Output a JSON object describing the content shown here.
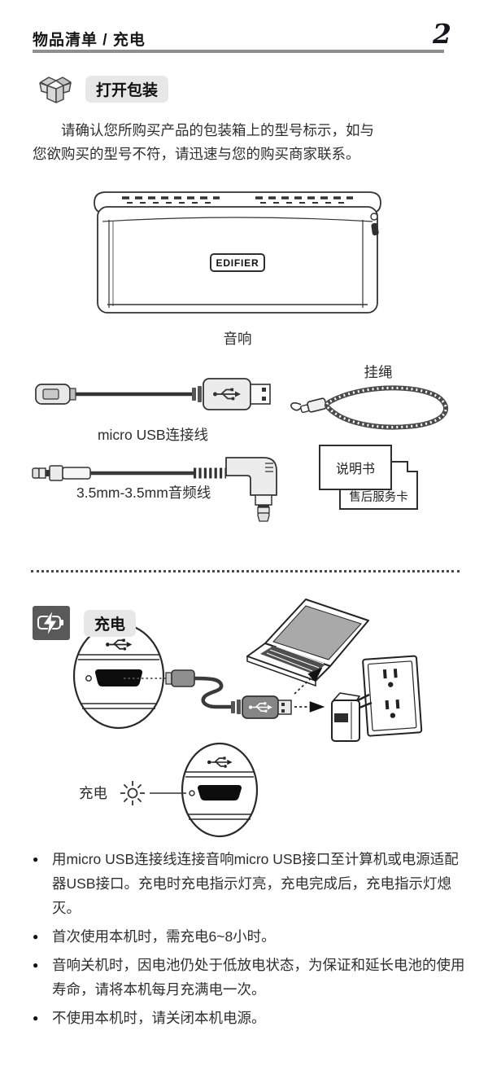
{
  "header": {
    "title": "物品清单 / 充电",
    "page_number": "2"
  },
  "unpack": {
    "label": "打开包装",
    "intro_lines": [
      "请确认您所购买产品的包装箱上的型号标示，如与",
      "您欲购买的型号不符，请迅速与您的购买商家联系。"
    ],
    "speaker": {
      "caption": "音响",
      "logo": "EDIFIER"
    },
    "usb_cable": {
      "caption": "micro USB连接线"
    },
    "strap": {
      "caption": "挂绳"
    },
    "audio_cable": {
      "caption": "3.5mm-3.5mm音频线"
    },
    "manual": {
      "caption": "说明书"
    },
    "service_card": {
      "caption": "售后服务卡"
    }
  },
  "charge": {
    "label": "充电",
    "indicator_label": "充电",
    "bullet_char": "●",
    "bullets": [
      "用micro USB连接线连接音响micro USB接口至计算机或电源适配器USB接口。充电时充电指示灯亮，充电完成后，充电指示灯熄灭。",
      "首次使用本机时，需充电6~8小时。",
      "音响关机时，因电池仍处于低放电状态，为保证和延长电池的使用寿命，请将本机每月充满电一次。",
      "不使用本机时，请关闭本机电源。"
    ]
  },
  "colors": {
    "header_rule": "#8f8f8f",
    "section_chip_bg": "#e7e7e7",
    "charge_icon_bg": "#595959",
    "text": "#2f2f2f"
  }
}
